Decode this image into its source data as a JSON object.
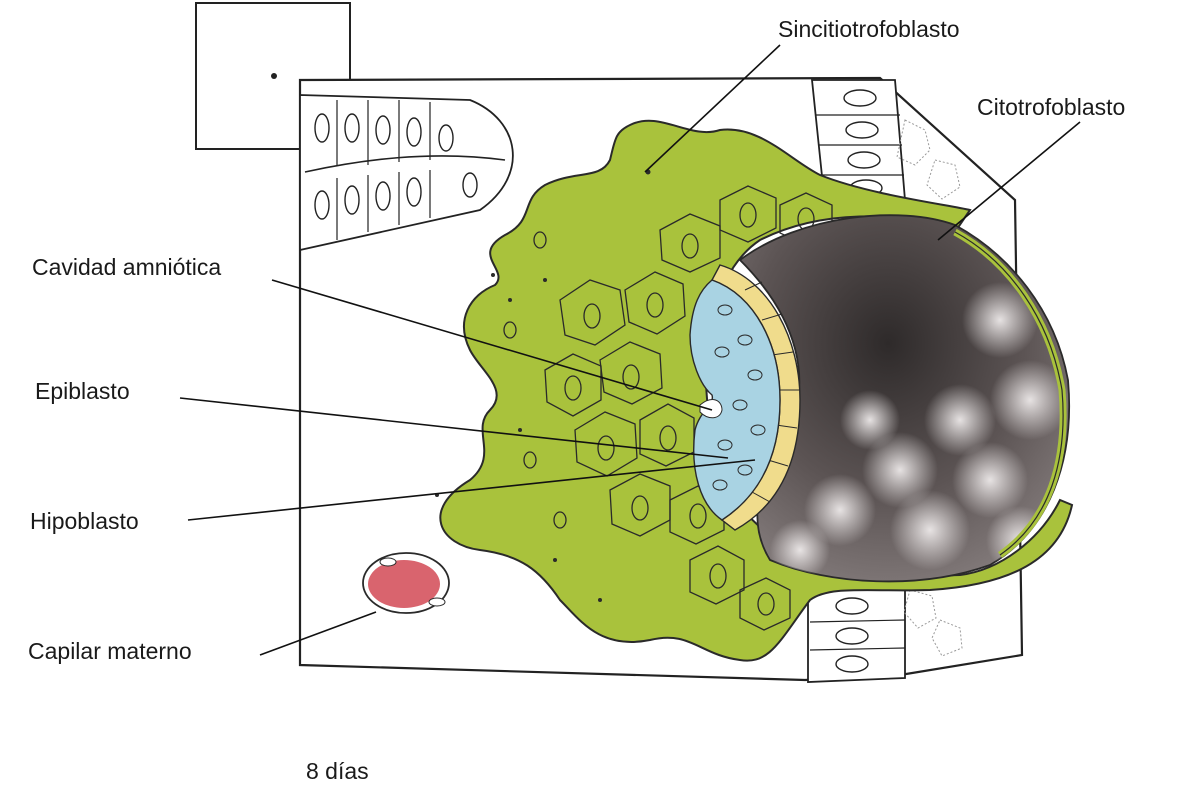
{
  "labels": {
    "sincitiotrofoblasto": "Sincitiotrofoblasto",
    "citotrofoblasto": "Citotrofoblasto",
    "cavidad_amniotica": "Cavidad amniótica",
    "epiblasto": "Epiblasto",
    "hipoblasto": "Hipoblasto",
    "capilar_materno": "Capilar materno"
  },
  "caption": "8 días",
  "colors": {
    "syncytiotrophoblast": "#a9c23c",
    "epiblast": "#a9d3e3",
    "hypoblast": "#f0dc8c",
    "blastocyst_cavity": "#5a5252",
    "maternal_capillary": "#d9646e",
    "outline": "#2a2a2a"
  }
}
